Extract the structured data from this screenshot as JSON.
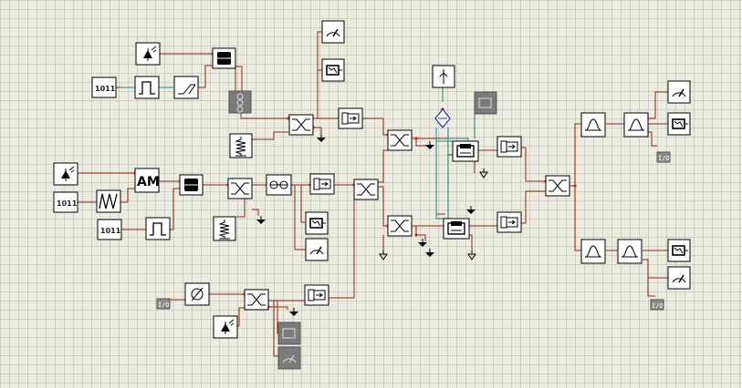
{
  "colors": {
    "wire": "#8a2a10",
    "link": "#1a8a8a",
    "port": "#d02020",
    "block_fill": "#ffffff",
    "block_stroke": "#000000",
    "disabled_fill": "#7b7b7b",
    "tag_fill": "#8a8a8a",
    "background": "#ecebe0"
  },
  "labels": {
    "bits_source": "1011",
    "am_modulator": "AM",
    "io_port": "I/O"
  }
}
